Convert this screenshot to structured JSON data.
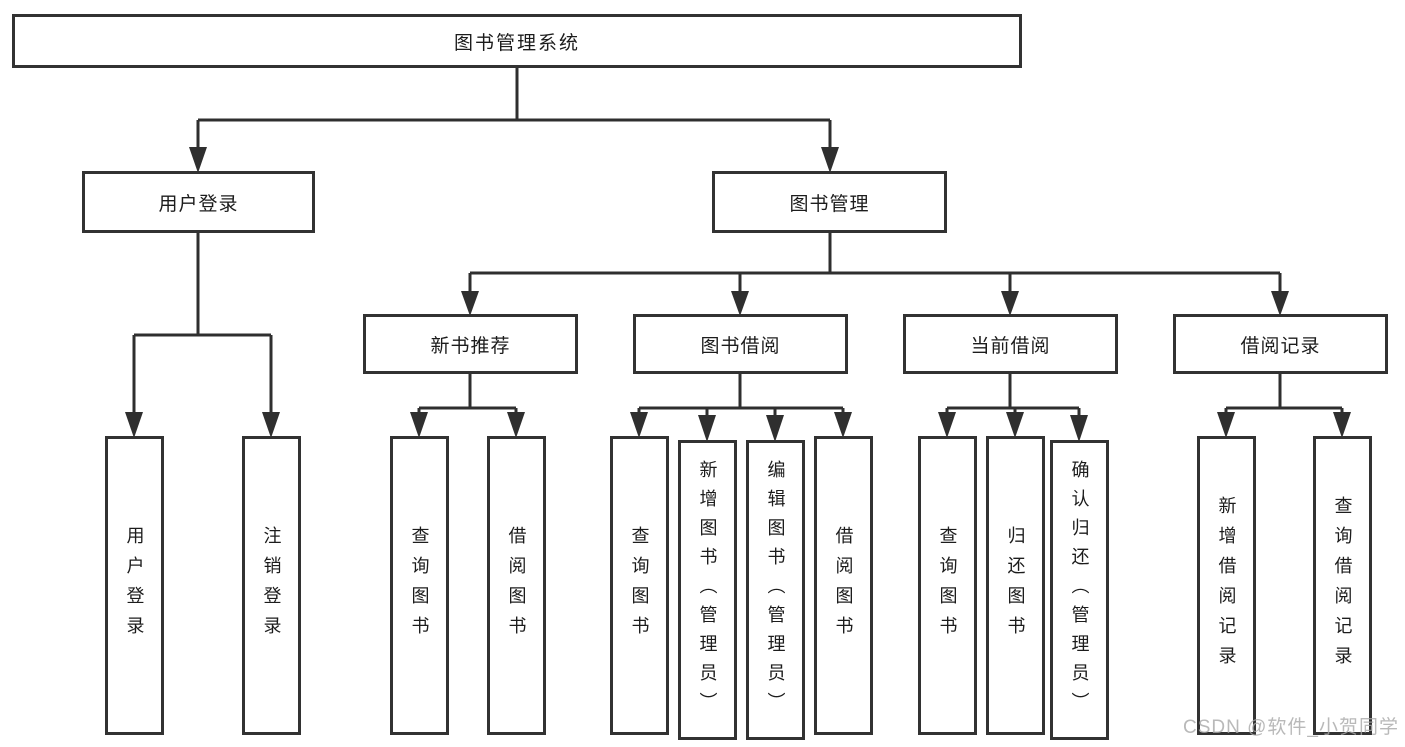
{
  "diagram": {
    "root": {
      "label": "图书管理系统"
    },
    "level2": [
      {
        "label": "用户登录",
        "children": [
          {
            "label": "用户登录"
          },
          {
            "label": "注销登录"
          }
        ]
      },
      {
        "label": "图书管理",
        "children": [
          {
            "label": "新书推荐",
            "children": [
              {
                "label": "查询图书"
              },
              {
                "label": "借阅图书"
              }
            ]
          },
          {
            "label": "图书借阅",
            "children": [
              {
                "label": "查询图书"
              },
              {
                "label": "新增图书（管理员）"
              },
              {
                "label": "编辑图书（管理员）"
              },
              {
                "label": "借阅图书"
              }
            ]
          },
          {
            "label": "当前借阅",
            "children": [
              {
                "label": "查询图书"
              },
              {
                "label": "归还图书"
              },
              {
                "label": "确认归还（管理员）"
              }
            ]
          },
          {
            "label": "借阅记录",
            "children": [
              {
                "label": "新增借阅记录"
              },
              {
                "label": "查询借阅记录"
              }
            ]
          }
        ]
      }
    ]
  },
  "watermark": {
    "text": "CSDN @软件_小贺同学"
  },
  "colors": {
    "line": "#2f2f2f",
    "border": "#323232",
    "text": "#1c1c1c",
    "background": "#ffffff",
    "watermark": "#a8a8a8"
  }
}
